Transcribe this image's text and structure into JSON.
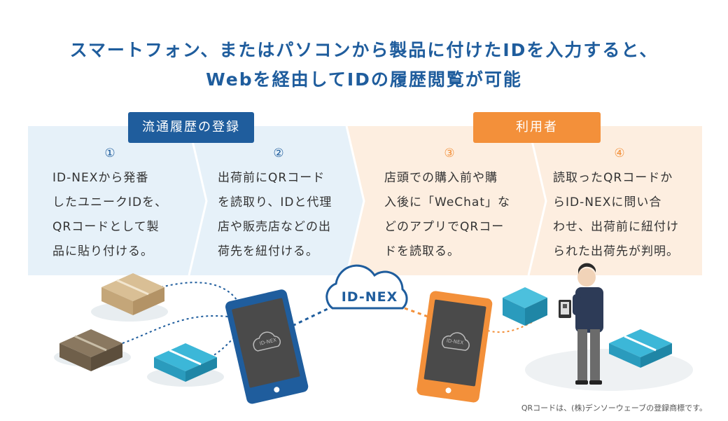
{
  "headline": {
    "line1": "スマートフォン、またはパソコンから製品に付けたIDを入力すると、",
    "line2": "Webを経由してIDの履歴閲覧が可能"
  },
  "tabs": {
    "left": "流通履歴の登録",
    "right": "利用者"
  },
  "steps": [
    {
      "num": "①",
      "lines": [
        "ID-NEXから発番",
        "したユニークIDを、",
        "QRコードとして製",
        "品に貼り付ける。"
      ]
    },
    {
      "num": "②",
      "lines": [
        "出荷前にQRコード",
        "を読取り、IDと代理",
        "店や販売店などの出",
        "荷先を紐付ける。"
      ]
    },
    {
      "num": "③",
      "lines": [
        "店頭での購入前や購",
        "入後に「WeChat」な",
        "どのアプリでQRコー",
        "ドを読取る。"
      ]
    },
    {
      "num": "④",
      "lines": [
        "読取ったQRコードか",
        "らID-NEXに問い合",
        "わせ、出荷前に紐付け",
        "られた出荷先が判明。"
      ]
    }
  ],
  "cloud_label": "ID-NEX",
  "phone_label": "ID-NEX",
  "caption": "QRコードは、(株)デンソーウェーブの登録商標です。",
  "colors": {
    "blue": "#1f5d9d",
    "orange": "#f3903a",
    "light_blue": "#e6f1f9",
    "light_orange": "#fdeee0"
  }
}
